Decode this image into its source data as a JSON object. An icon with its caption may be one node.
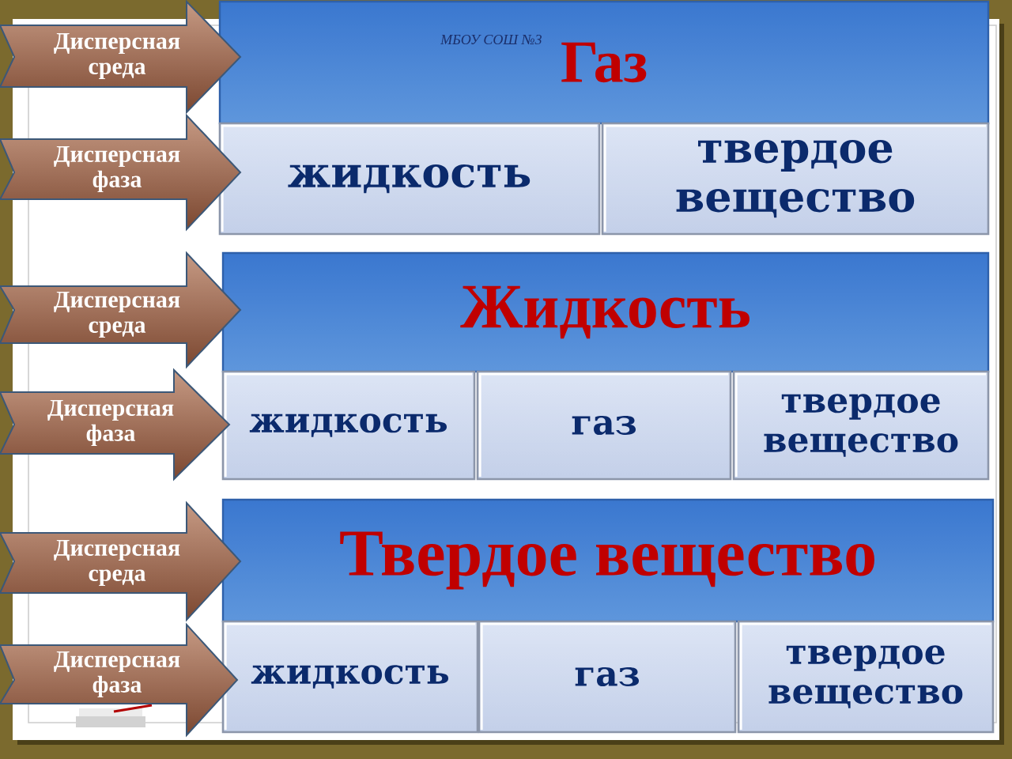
{
  "diagram": {
    "nodes": [
      {
        "text": [
          "Дисперсная среда"
        ]
      },
      {
        "text": [
          "МБОУ СОШ №3",
          "Газ"
        ]
      },
      {
        "text": [
          "Дисперсная фаза"
        ]
      },
      {
        "text": [
          "жидкость"
        ]
      },
      {
        "text": [
          "твердое вещество"
        ]
      },
      {
        "text": [
          "Дисперсная среда"
        ]
      },
      {
        "text": [
          "Жидкость"
        ]
      },
      {
        "text": [
          "Дисперсная фаза"
        ]
      },
      {
        "text": [
          "жидкость"
        ]
      },
      {
        "text": [
          "газ"
        ]
      },
      {
        "text": [
          "твердое вещество"
        ]
      },
      {
        "text": [
          "Дисперсная среда"
        ]
      },
      {
        "text": [
          "Твердое вещество"
        ]
      },
      {
        "text": [
          "Дисперсная фаза"
        ]
      },
      {
        "text": [
          "жидкость"
        ]
      },
      {
        "text": [
          "газ"
        ]
      },
      {
        "text": [
          "твердое вещество"
        ]
      }
    ]
  }
}
